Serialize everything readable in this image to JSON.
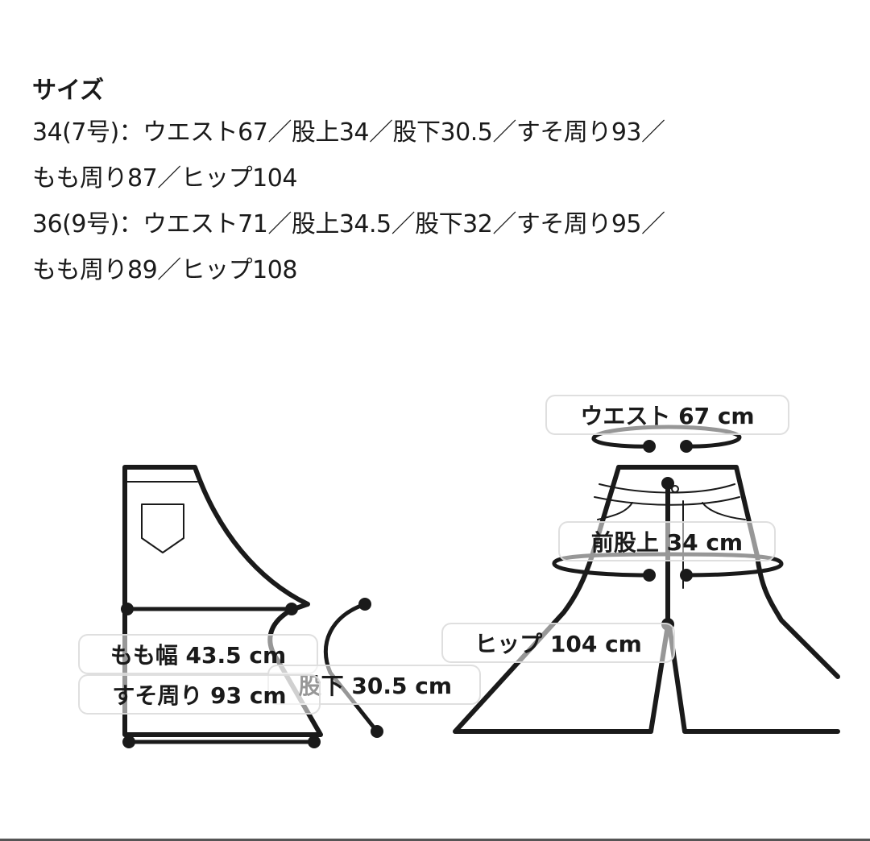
{
  "title": "サイズ",
  "size_lines": [
    "34(7号)：ウエスト67／股上34／股下30.5／すそ周り93／",
    "もも周り87／ヒップ104",
    "36(9号)：ウエスト71／股上34.5／股下32／すそ周り95／",
    "もも周り89／ヒップ108"
  ],
  "sizes": [
    {
      "size": "34(7号)",
      "waist": 67,
      "rise": 34,
      "inseam": 30.5,
      "hem": 93,
      "thigh": 87,
      "hip": 104
    },
    {
      "size": "36(9号)",
      "waist": 71,
      "rise": 34.5,
      "inseam": 32,
      "hem": 95,
      "thigh": 89,
      "hip": 108
    }
  ],
  "diagram_labels": {
    "thigh_width": "もも幅 43.5 cm",
    "hem": "すそ周り 93 cm",
    "inseam": "股下 30.5 cm",
    "waist": "ウエスト 67 cm",
    "front_rise": "前股上 34 cm",
    "hip": "ヒップ 104 cm"
  },
  "colors": {
    "ink": "#1a1a1a",
    "label_border": "#dcdcdc"
  }
}
